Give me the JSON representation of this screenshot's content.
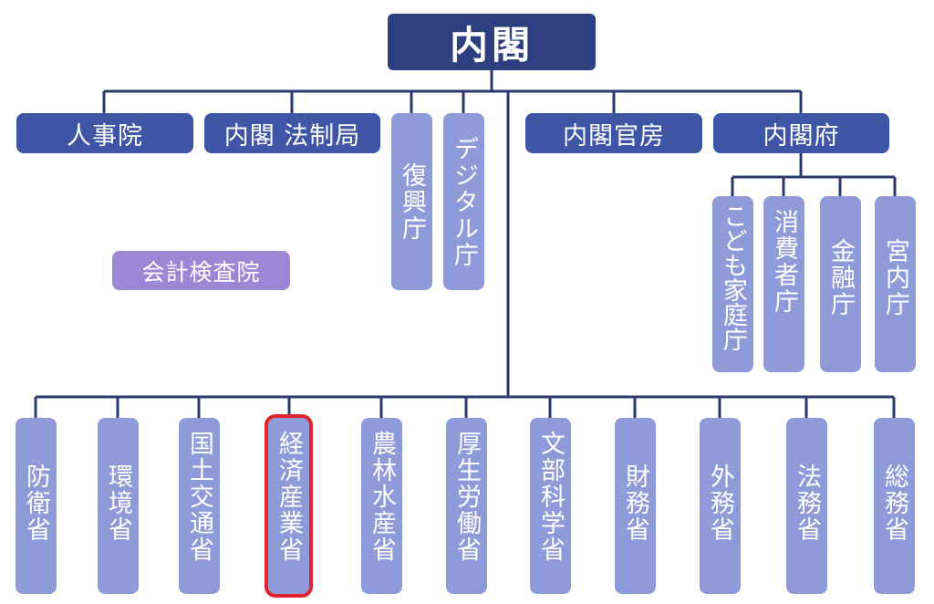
{
  "root": "内閣",
  "top_row": {
    "jinjiin": "人事院",
    "hoseikyoku": "内閣 法制局",
    "fukkocho": "復興庁",
    "digital": "デジタル庁",
    "kanbo": "内閣官房",
    "naikakufu": "内閣府"
  },
  "kaikei": "会計検査院",
  "naikakufu_children": [
    "こども家庭庁",
    "消費者庁",
    "金融庁",
    "宮内庁"
  ],
  "ministries": [
    "防衛省",
    "環境省",
    "国土交通省",
    "経済産業省",
    "農林水産省",
    "厚生労働省",
    "文部科学省",
    "財務省",
    "外務省",
    "法務省",
    "総務省"
  ],
  "highlighted": "経済産業省",
  "colors": {
    "dark": "#2d3f7e",
    "mid": "#3f55a6",
    "light": "#8f9bd8",
    "purple": "#9d86d6",
    "highlight": "#e0232f",
    "line": "#2b3a6e"
  }
}
